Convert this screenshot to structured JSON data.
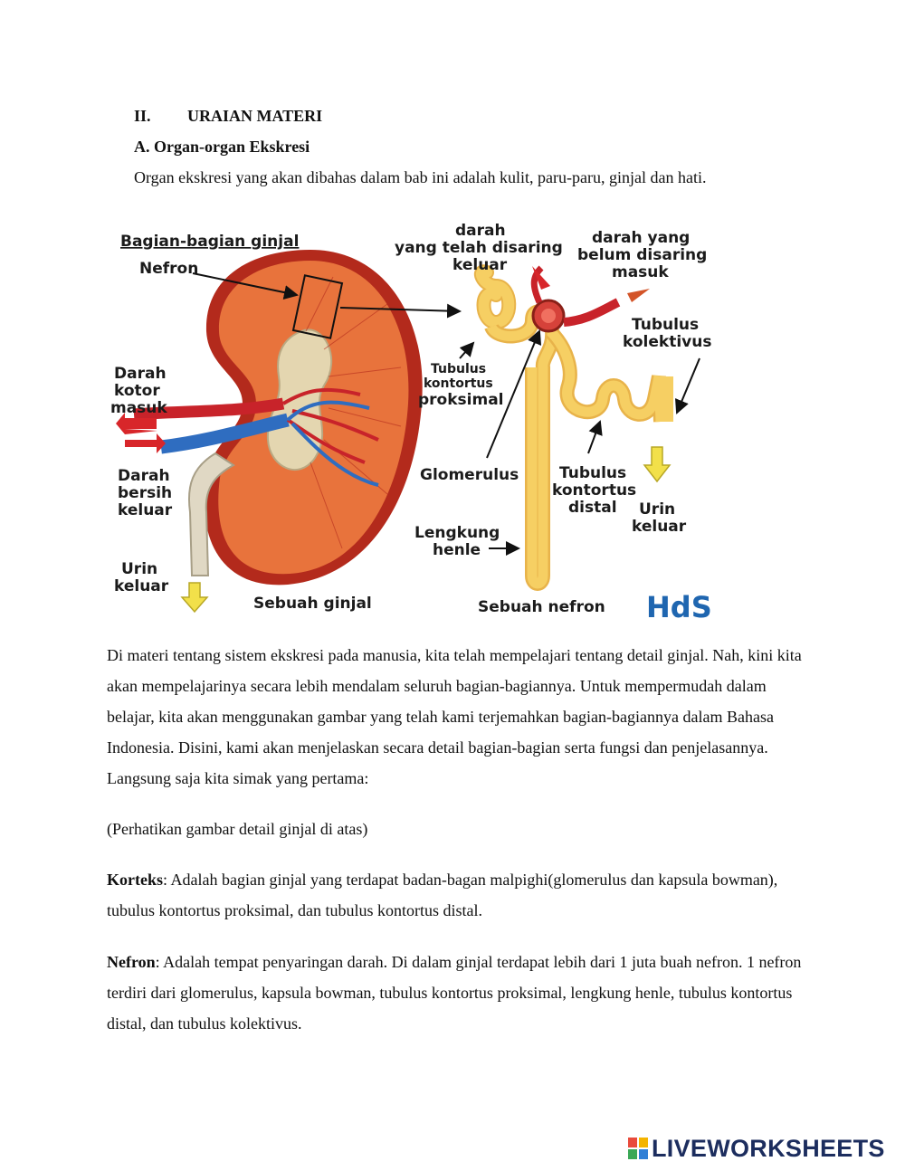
{
  "section": {
    "number": "II.",
    "title": "URAIAN MATERI"
  },
  "subsection": {
    "title": "A.  Organ-organ Ekskresi"
  },
  "intro": "Organ ekskresi yang akan dibahas dalam bab ini adalah kulit, paru-paru, ginjal dan hati.",
  "figure": {
    "title": "Bagian-bagian ginjal",
    "labels": {
      "nefron": "Nefron",
      "darah_kotor_1": "Darah",
      "darah_kotor_2": "kotor",
      "darah_kotor_3": "masuk",
      "darah_bersih_1": "Darah",
      "darah_bersih_2": "bersih",
      "darah_bersih_3": "keluar",
      "urin_left_1": "Urin",
      "urin_left_2": "keluar",
      "sebuah_ginjal": "Sebuah ginjal",
      "darah_disaring_1": "darah",
      "darah_disaring_2": "yang telah disaring",
      "darah_disaring_3": "keluar",
      "darah_belum_1": "darah yang",
      "darah_belum_2": "belum disaring",
      "darah_belum_3": "masuk",
      "tubulus_kolektivus_1": "Tubulus",
      "tubulus_kolektivus_2": "kolektivus",
      "tubulus_proksimal_1": "Tubulus",
      "tubulus_proksimal_2": "kontortus",
      "tubulus_proksimal_3": "proksimal",
      "glomerulus": "Glomerulus",
      "tubulus_distal_1": "Tubulus",
      "tubulus_distal_2": "kontortus",
      "tubulus_distal_3": "distal",
      "urin_right_1": "Urin",
      "urin_right_2": "keluar",
      "lengkung_henle_1": "Lengkung",
      "lengkung_henle_2": "henle",
      "sebuah_nefron": "Sebuah nefron",
      "watermark": "HdS"
    }
  },
  "paragraphs": {
    "p1": "Di materi tentang sistem ekskresi pada manusia, kita telah mempelajari tentang detail ginjal. Nah, kini kita akan mempelajarinya secara lebih mendalam seluruh bagian-bagiannya. Untuk mempermudah dalam belajar, kita akan menggunakan gambar yang telah kami terjemahkan bagian-bagiannya dalam Bahasa Indonesia. Disini, kami akan menjelaskan secara detail bagian-bagian serta fungsi dan penjelasannya. Langsung saja kita simak yang pertama:",
    "p2": "(Perhatikan gambar detail ginjal di atas)",
    "korteks_term": "Korteks",
    "korteks_text": ": Adalah bagian ginjal yang terdapat badan-bagan malpighi(glomerulus dan kapsula bowman), tubulus kontortus proksimal, dan tubulus kontortus distal.",
    "nefron_term": "Nefron",
    "nefron_text": ": Adalah tempat penyaringan darah. Di dalam ginjal terdapat lebih dari 1 juta buah nefron. 1 nefron terdiri dari glomerulus, kapsula bowman, tubulus kontortus proksimal, lengkung henle, tubulus kontortus distal, dan tubulus kolektivus."
  },
  "brand": {
    "name": "LIVEWORKSHEETS"
  },
  "colors": {
    "kidney_outer": "#b32a1c",
    "kidney_cortex": "#e8733c",
    "tubule": "#f6cf63",
    "artery": "#c8232a",
    "vein": "#2f6dc0",
    "yellow_arrow": "#f2e04a",
    "watermark": "#1f66b0",
    "brand": "#1c2d5e"
  }
}
